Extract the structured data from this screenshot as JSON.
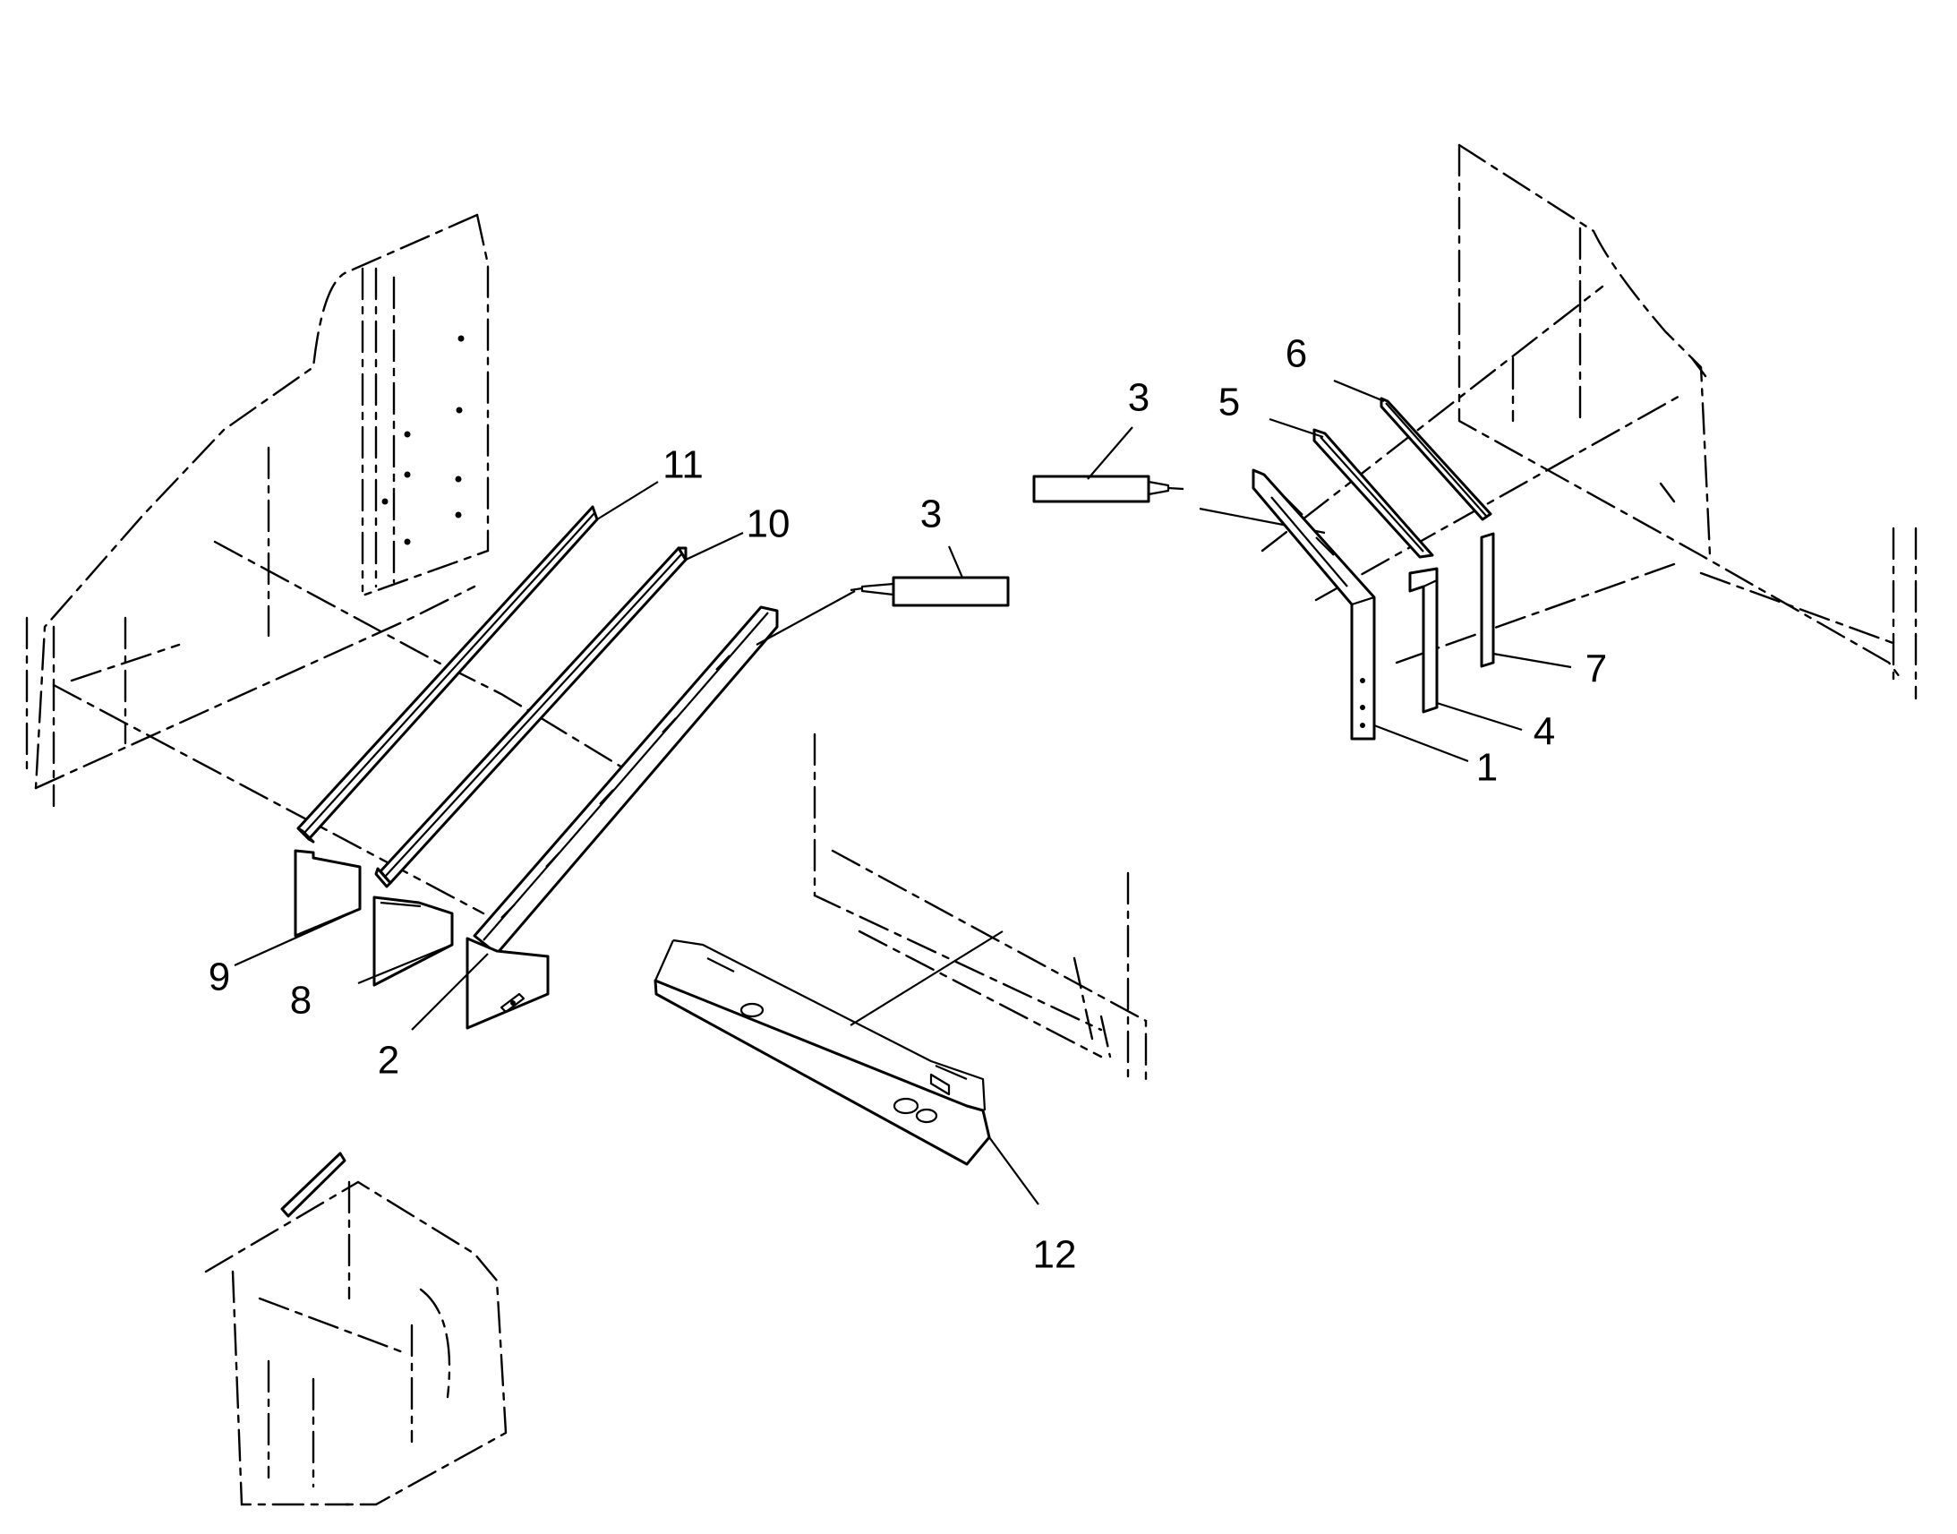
{
  "callouts": {
    "c1": "1",
    "c2": "2",
    "c3a": "3",
    "c3b": "3",
    "c4": "4",
    "c5": "5",
    "c6": "6",
    "c7": "7",
    "c8": "8",
    "c9": "9",
    "c10": "10",
    "c11": "11",
    "c12": "12"
  }
}
